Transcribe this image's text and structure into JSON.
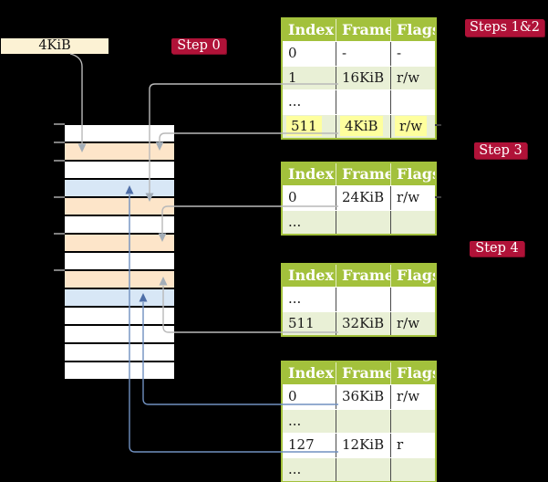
{
  "colors": {
    "badge_red": "#b01238",
    "table_green": "#a3c13c",
    "row_shade_green": "#e9f0d6",
    "highlight_yellow": "#feff9e",
    "memory_orange": "#fde5c9",
    "memory_blue": "#d8e7f6",
    "frame_box_cream": "#fcf2d4",
    "connector_gray": "#b9b9b9",
    "connector_blue": "#7090c0"
  },
  "physical_frame_box": {
    "label": "4KiB"
  },
  "badges": {
    "step0": "Step 0",
    "steps12": "Steps 1&2",
    "step3": "Step 3",
    "step4": "Step 4"
  },
  "tables": [
    {
      "headers": [
        "Index",
        "Frame",
        "Flags"
      ],
      "rows": [
        {
          "cells": [
            "0",
            "-",
            "-"
          ]
        },
        {
          "cells": [
            "1",
            "16KiB",
            "r/w"
          ]
        },
        {
          "cells": [
            "...",
            "",
            ""
          ]
        },
        {
          "cells": [
            "511",
            "4KiB",
            "r/w"
          ]
        }
      ]
    },
    {
      "headers": [
        "Index",
        "Frame",
        "Flags"
      ],
      "rows": [
        {
          "cells": [
            "0",
            "24KiB",
            "r/w"
          ]
        },
        {
          "cells": [
            "...",
            "",
            ""
          ]
        }
      ]
    },
    {
      "headers": [
        "Index",
        "Frame",
        "Flags"
      ],
      "rows": [
        {
          "cells": [
            "...",
            "",
            ""
          ]
        },
        {
          "cells": [
            "511",
            "32KiB",
            "r/w"
          ]
        }
      ]
    },
    {
      "headers": [
        "Index",
        "Frame",
        "Flags"
      ],
      "rows": [
        {
          "cells": [
            "0",
            "36KiB",
            "r/w"
          ]
        },
        {
          "cells": [
            "...",
            "",
            ""
          ]
        },
        {
          "cells": [
            "127",
            "12KiB",
            "r"
          ]
        },
        {
          "cells": [
            "...",
            "",
            ""
          ]
        }
      ]
    }
  ],
  "memory": {
    "cells": [
      "white",
      "orange",
      "white",
      "blue",
      "orange",
      "white",
      "orange",
      "white",
      "orange",
      "blue",
      "white",
      "white",
      "white",
      "white"
    ]
  }
}
